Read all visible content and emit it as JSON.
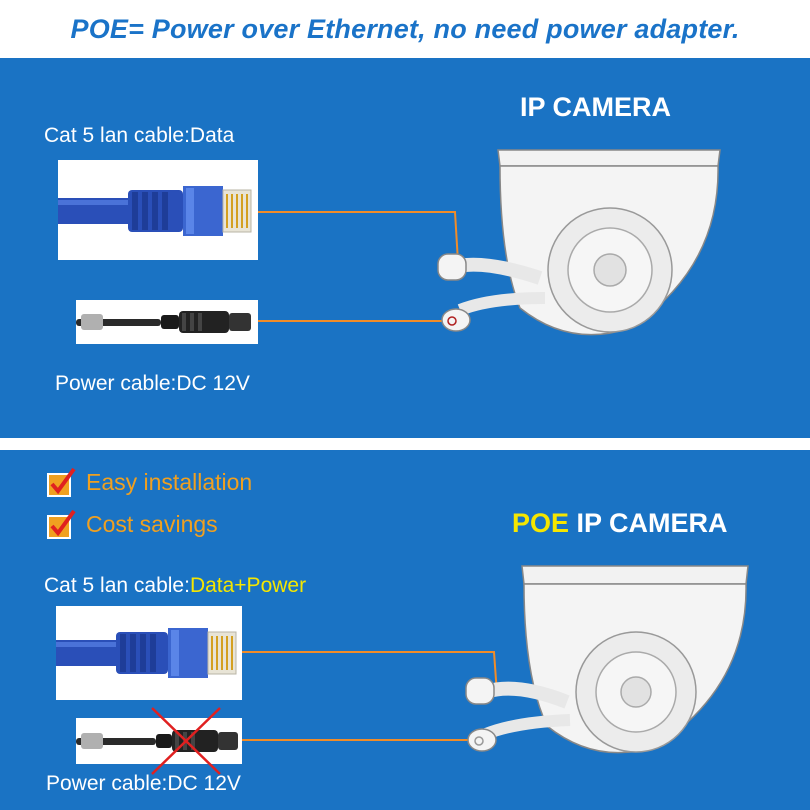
{
  "header": {
    "title": "POE= Power over Ethernet, no need power adapter."
  },
  "top_section": {
    "camera_title": "IP CAMERA",
    "lan_cable_label": "Cat 5 lan cable:Data",
    "power_cable_label": "Power cable:DC 12V"
  },
  "bottom_section": {
    "features": [
      {
        "label": "Easy installation"
      },
      {
        "label": "Cost savings"
      }
    ],
    "camera_title_highlight": "POE",
    "camera_title_rest": " IP CAMERA",
    "lan_cable_label_prefix": "Cat 5 lan cable:",
    "lan_cable_label_highlight": "Data+Power",
    "power_cable_label": "Power cable:DC 12V"
  },
  "colors": {
    "panel_blue": "#1a73c4",
    "header_blue": "#1a73c8",
    "connector_orange": "#f08c28",
    "feature_orange": "#f0a020",
    "highlight_yellow": "#f5e600",
    "cross_red": "#e02020",
    "cable_blue": "#2a4fb8"
  }
}
